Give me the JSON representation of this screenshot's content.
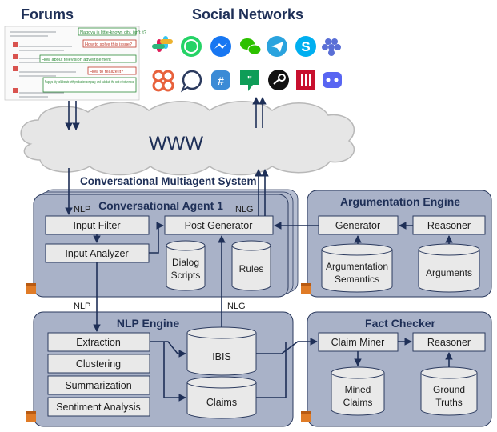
{
  "top": {
    "forums_title": "Forums",
    "social_title": "Social Networks",
    "forum_callouts": [
      "Nagoya is little-known city, isn't it?",
      "How to solve this issue?",
      "How about television advertisement",
      "How to realize it?",
      "Nagoya city collaborate with production company, and calculate the cost effectiveness."
    ],
    "social_icons": [
      "slack-icon",
      "whatsapp-icon",
      "messenger-icon",
      "wechat-icon",
      "telegram-icon",
      "skype-icon",
      "grape-icon",
      "cluster-icon",
      "chat-bubble-icon",
      "groupme-icon",
      "hangouts-icon",
      "steam-icon",
      "bars-icon",
      "discord-icon"
    ]
  },
  "cloud": {
    "label": "WWW"
  },
  "cmas": {
    "title": "Conversational Multiagent System"
  },
  "agent": {
    "title": "Conversational Agent 1",
    "input_filter": "Input Filter",
    "input_analyzer": "Input Analyzer",
    "post_generator": "Post Generator",
    "dialog_scripts_1": "Dialog",
    "dialog_scripts_2": "Scripts",
    "rules": "Rules"
  },
  "argumentation": {
    "title": "Argumentation Engine",
    "generator": "Generator",
    "reasoner": "Reasoner",
    "semantics_1": "Argumentation",
    "semantics_2": "Semantics",
    "arguments": "Arguments"
  },
  "nlp": {
    "title": "NLP Engine",
    "extraction": "Extraction",
    "clustering": "Clustering",
    "summarization": "Summarization",
    "sentiment": "Sentiment Analysis",
    "ibis": "IBIS",
    "claims": "Claims"
  },
  "fact": {
    "title": "Fact Checker",
    "claim_miner": "Claim Miner",
    "reasoner": "Reasoner",
    "mined_1": "Mined",
    "mined_2": "Claims",
    "ground_1": "Ground",
    "ground_2": "Truths"
  },
  "flow_labels": {
    "nlp_in": "NLP",
    "nlg_out": "NLG",
    "nlp_down": "NLP",
    "nlg_up": "NLG"
  },
  "colors": {
    "panel": "#a9b2c8",
    "box": "#e9e9e9",
    "stroke": "#2b3a5e",
    "aws": "#e07b26",
    "callout": "#2e8b3a",
    "callout_red": "#c0392b"
  }
}
